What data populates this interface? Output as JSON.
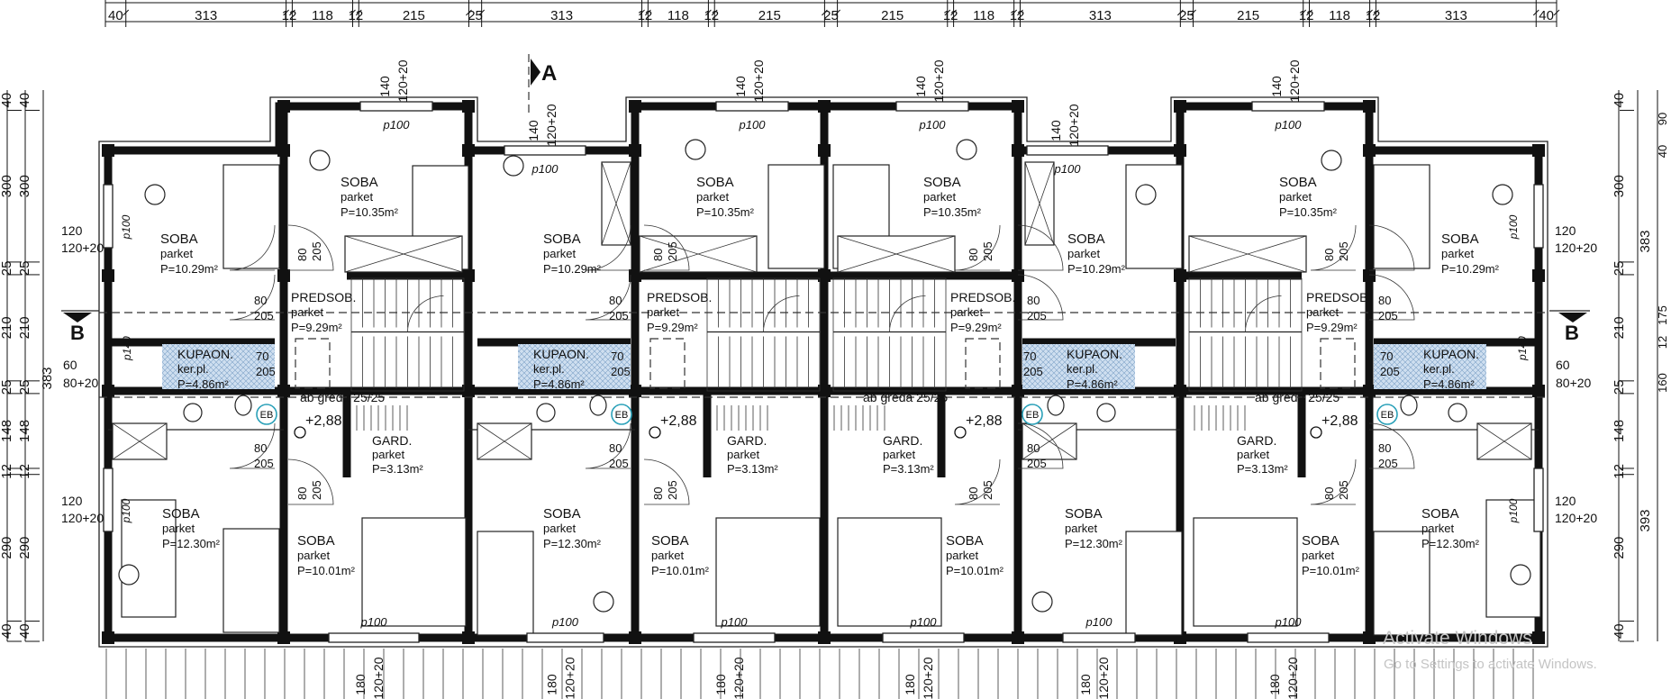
{
  "sections": {
    "a": "A",
    "b": "B"
  },
  "dims": {
    "top_row": [
      "40",
      "313",
      "12",
      "118",
      "12",
      "215",
      "25",
      "313",
      "12",
      "118",
      "12",
      "215",
      "25",
      "215",
      "12",
      "118",
      "12",
      "313",
      "25",
      "215",
      "12",
      "118",
      "12",
      "313",
      "40"
    ],
    "left_vertical": [
      "40",
      "300",
      "25",
      "210",
      "25",
      "148",
      "12",
      "290",
      "40"
    ],
    "left_overall": "383",
    "right_vertical": [
      "40",
      "300",
      "25",
      "210",
      "25",
      "148",
      "12",
      "290",
      "40"
    ],
    "right_overall_top": "383",
    "right_overall_bottom": "393",
    "right_partial_top": "40",
    "right_partial_a": "90",
    "right_partial_b": "160",
    "right_partial_c": "175",
    "right_partial_d": "12"
  },
  "windows": {
    "w140": "140",
    "w120_20": "120+20",
    "w120": "120",
    "w180": "180",
    "w60": "60",
    "w80_20": "80+20",
    "sill": "p100",
    "sill140": "p140"
  },
  "doors": {
    "d80": "80",
    "d205": "205",
    "d70": "70"
  },
  "rooms": {
    "soba": "SOBA",
    "parket": "parket",
    "a_soba_large": "P=10.35m²",
    "a_soba_med": "P=10.29m²",
    "a_soba_big": "P=12.30m²",
    "a_soba_10": "P=10.01m²",
    "predsob": "PREDSOB.",
    "a_predsob": "P=9.29m²",
    "kupaon": "KUPAON.",
    "kerpl": "ker.pl.",
    "a_kupaon": "P=4.86m²",
    "gard": "GARD.",
    "a_gard": "P=3.13m²",
    "level": "+2,88",
    "beam": "ab greda 25/25",
    "eb": "EB"
  },
  "watermark": {
    "line1": "Activate Windows",
    "line2": "Go to Settings to activate Windows."
  }
}
